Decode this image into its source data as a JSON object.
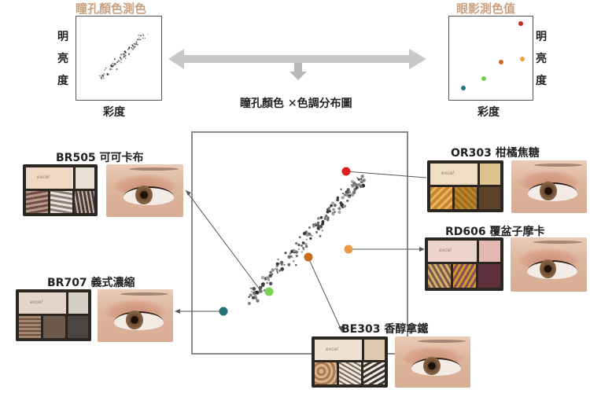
{
  "top_left": {
    "title": "瞳孔顏色測色",
    "y_axis_chars": [
      "明",
      "亮",
      "度"
    ],
    "x_axis": "彩度"
  },
  "top_right": {
    "title": "眼影測色值",
    "y_axis_chars": [
      "明",
      "亮",
      "度"
    ],
    "x_axis": "彩度"
  },
  "center_caption": "瞳孔顏色 ✕色調分布圖",
  "products": [
    {
      "id": "BR505",
      "label": "BR505 可可卡布"
    },
    {
      "id": "OR303",
      "label": "OR303 柑橘焦糖"
    },
    {
      "id": "RD606",
      "label": "RD606 覆盆子摩卡"
    },
    {
      "id": "BR707",
      "label": "BR707 義式濃縮"
    },
    {
      "id": "BE303",
      "label": "BE303 香醇拿鐵"
    }
  ],
  "brand_text": "excel",
  "colors": {
    "title_tan": "#c9a07f",
    "arrow_gray": "#c8c8c8",
    "dot_red": "#e02020",
    "dot_orange": "#ea9a45",
    "dot_darkorange": "#c86a1c",
    "dot_green": "#7cd455",
    "dot_teal": "#226f78"
  }
}
